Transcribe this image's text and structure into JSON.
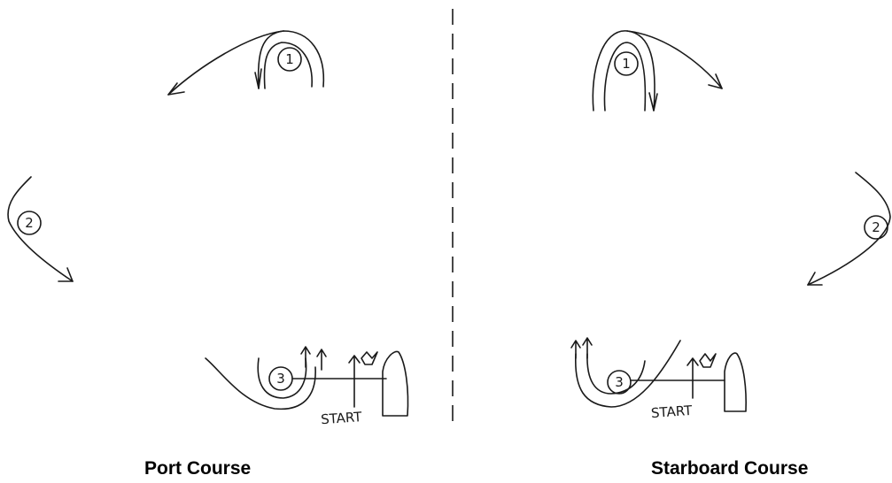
{
  "panels": {
    "port": {
      "caption": "Port Course",
      "marks": [
        "1",
        "2",
        "3"
      ],
      "start_label": "START"
    },
    "starboard": {
      "caption": "Starboard Course",
      "marks": [
        "1",
        "2",
        "3"
      ],
      "start_label": "START"
    }
  },
  "colors": {
    "ink": "#1a1a1a",
    "background": "#ffffff"
  }
}
